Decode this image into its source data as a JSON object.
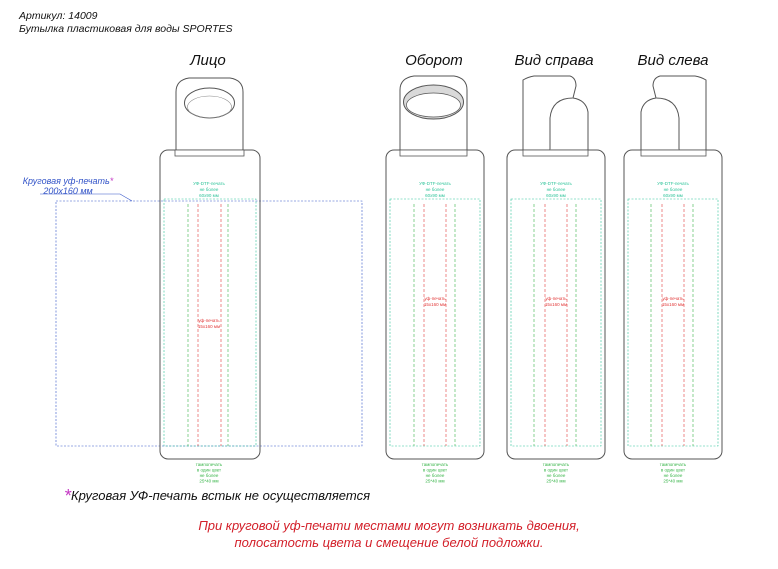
{
  "header": {
    "article": "Артикул: 14009",
    "product": "Бутылка пластиковая для воды SPORTES"
  },
  "views": [
    {
      "title": "Лицо"
    },
    {
      "title": "Оборот"
    },
    {
      "title": "Вид справа"
    },
    {
      "title": "Вид слева"
    }
  ],
  "circular_label": {
    "line1": "Круговая уф-печать",
    "line2": "200x160 мм",
    "star": "*"
  },
  "zone_labels": {
    "dtf": [
      "УФ-DTF-печать",
      "не более",
      "60x90 мм"
    ],
    "uv": [
      "уф-печать",
      "15x160 мм"
    ],
    "bottom": [
      "тампопечать",
      "в один цвет",
      "не более",
      "25*40 мм"
    ]
  },
  "note": {
    "star": "*",
    "text": "Круговая УФ-печать встык не осуществляется"
  },
  "warning": {
    "line1": "При круговой уф-печати местами могут возникать двоения,",
    "line2": "полосатость цвета и смещение белой подложки."
  },
  "colors": {
    "outline": "#555555",
    "circular": "#3354c8",
    "dtf": "#2fc49a",
    "uv": "#e23a3a",
    "bottom": "#39b54a",
    "warning": "#d3202a",
    "star": "#c436c4"
  }
}
